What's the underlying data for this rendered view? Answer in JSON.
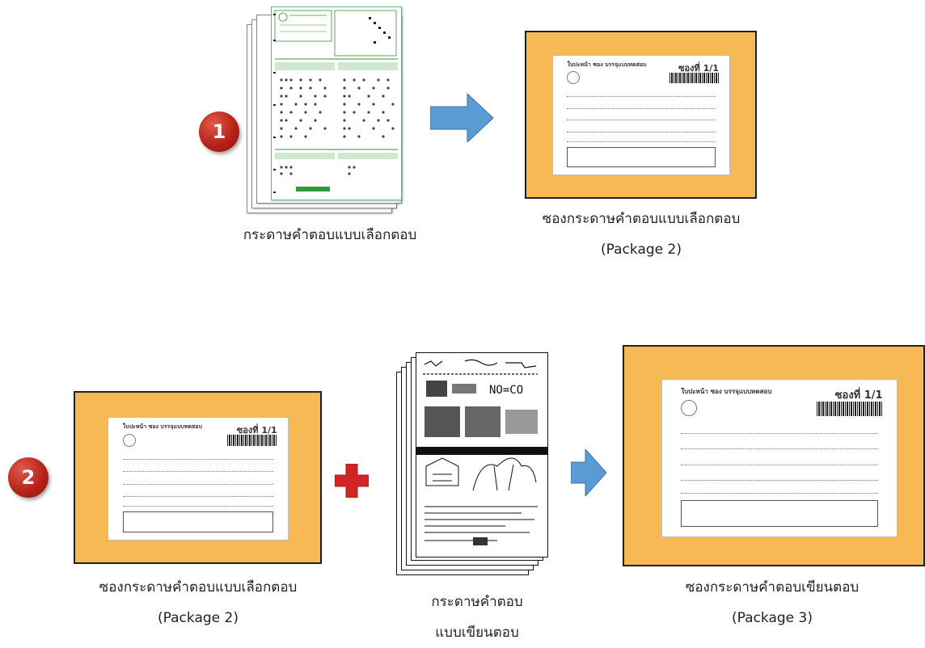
{
  "steps": [
    {
      "badge": "1",
      "input_caption": "กระดาษคำตอบแบบเลือกตอบ",
      "output_caption_line1": "ซองกระดาษคำตอบแบบเลือกตอบ",
      "output_caption_line2": "(Package 2)"
    },
    {
      "badge": "2",
      "envelope_caption_line1": "ซองกระดาษคำตอบแบบเลือกตอบ",
      "envelope_caption_line2": "(Package 2)",
      "written_caption_line1": "กระดาษคำตอบ",
      "written_caption_line2": "แบบเขียนตอบ",
      "output_caption_line1": "ซองกระดาษคำตอบเขียนตอบ",
      "output_caption_line2": "(Package 3)"
    }
  ],
  "envelope_label": {
    "number": "1/1"
  },
  "colors": {
    "badge": "#b7231a",
    "arrow": "#5b9bd5",
    "plus": "#d32424",
    "envelope": "#f6b954"
  },
  "icons": {
    "arrow": "right-arrow-icon",
    "plus": "plus-icon"
  }
}
